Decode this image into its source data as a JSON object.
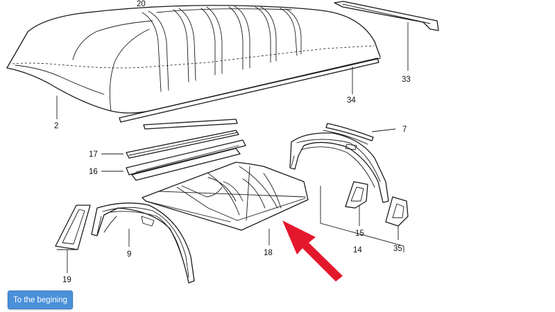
{
  "diagram": {
    "callouts": [
      {
        "id": "c20",
        "text": "20"
      },
      {
        "id": "c33",
        "text": "33"
      },
      {
        "id": "c34",
        "text": "34"
      },
      {
        "id": "c2",
        "text": "2"
      },
      {
        "id": "c7",
        "text": "7"
      },
      {
        "id": "c17",
        "text": "17"
      },
      {
        "id": "c16",
        "text": "16"
      },
      {
        "id": "c15",
        "text": "15"
      },
      {
        "id": "c14",
        "text": "14"
      },
      {
        "id": "c35",
        "text": "35"
      },
      {
        "id": "c18",
        "text": "18"
      },
      {
        "id": "c9",
        "text": "9"
      },
      {
        "id": "c19",
        "text": "19"
      }
    ],
    "highlight": {
      "target": "18",
      "color": "#e3182d"
    }
  },
  "navigation": {
    "back_label": "To the begining",
    "button_color": "#4a90d9"
  }
}
